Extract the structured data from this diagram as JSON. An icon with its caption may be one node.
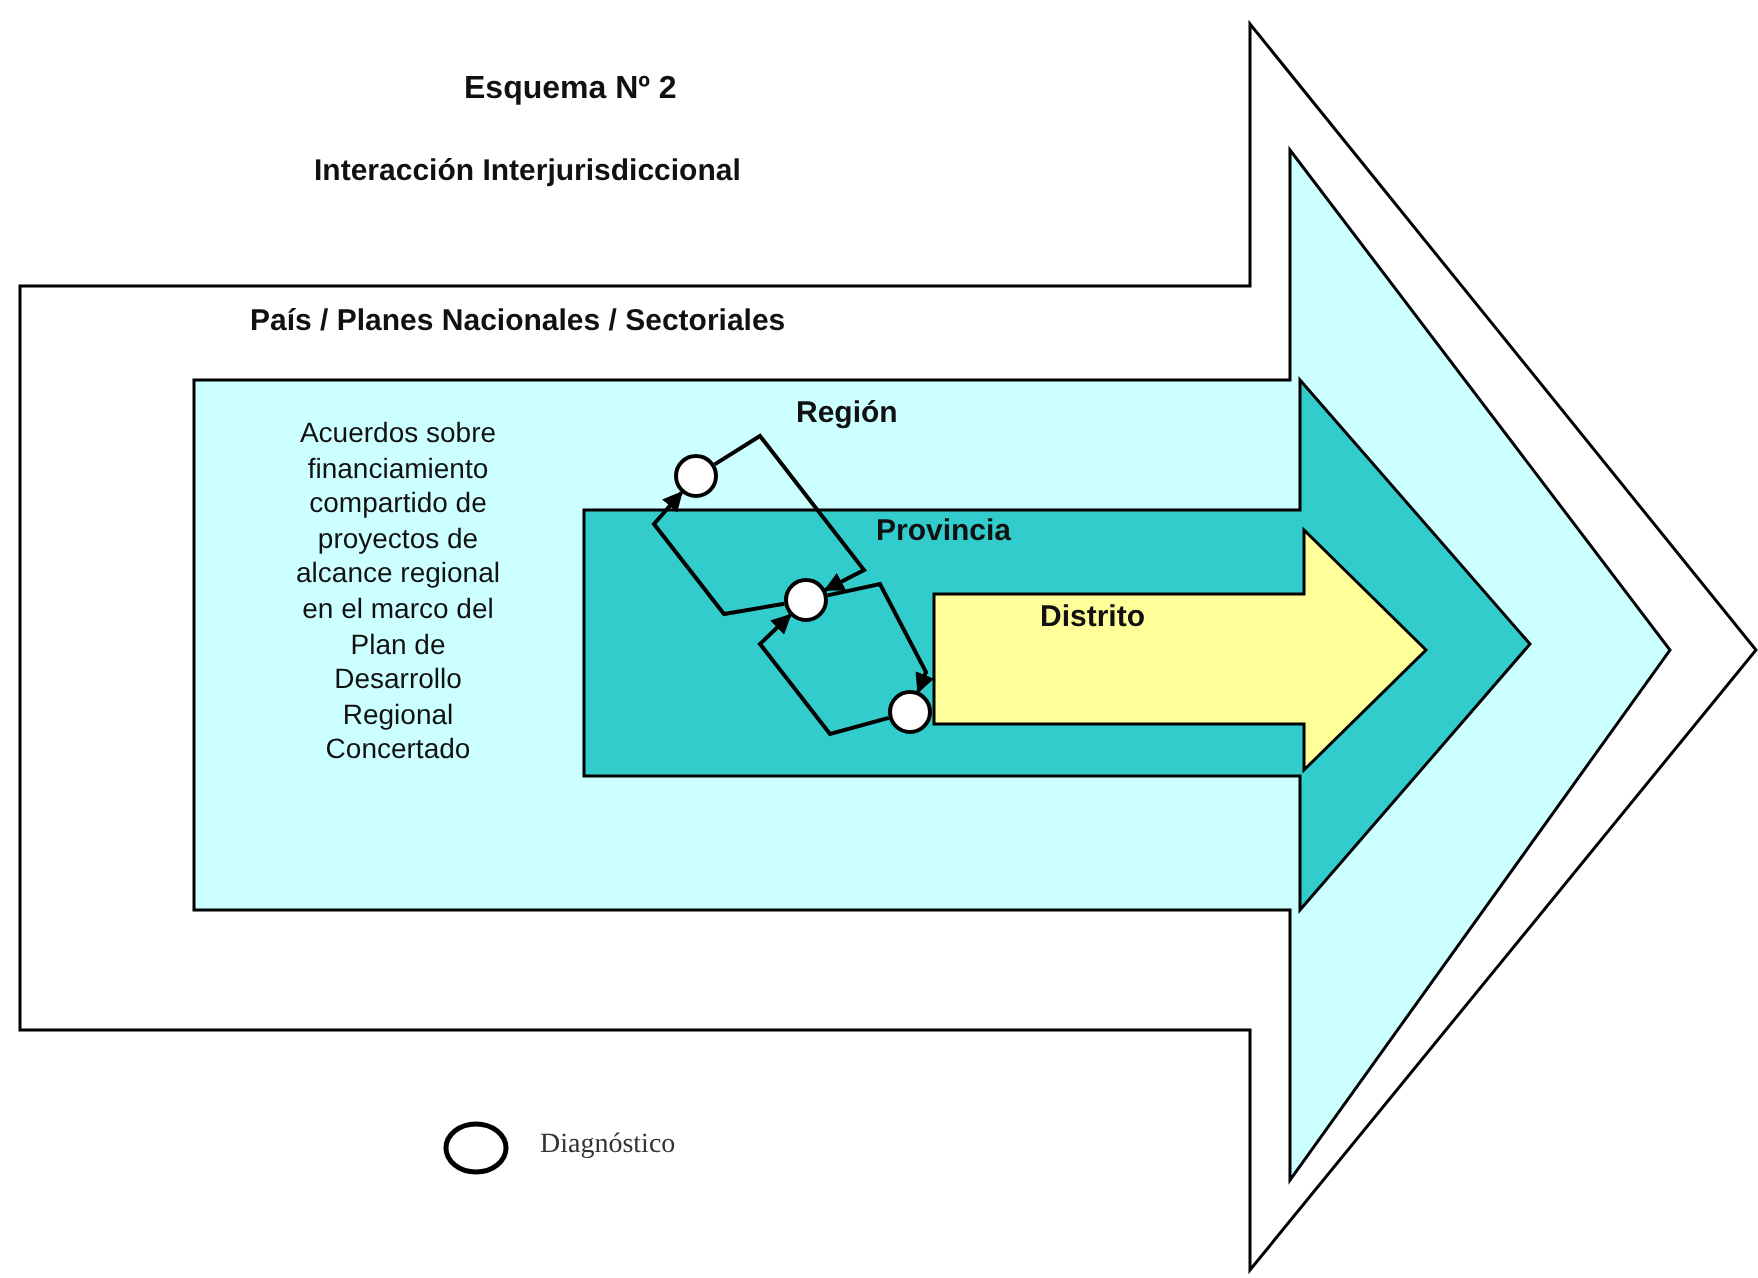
{
  "diagram": {
    "title": "Esquema Nº 2",
    "nodes": [
      {
        "text": [
          "País  / Planes Nacionales / Sectoriales"
        ]
      },
      {
        "text": [
          "Región",
          "Acuerdos sobre financiamiento compartido de proyectos de alcance regional en el marco del Plan de Desarrollo Regional Concertado"
        ],
        "in": 0
      },
      {
        "text": [
          "Provincia"
        ],
        "in": 1
      },
      {
        "text": [
          "Distrito"
        ],
        "in": 2
      },
      {
        "text": [],
        "shape": "circle",
        "in": 1
      },
      {
        "text": [],
        "shape": "circle",
        "in": 2
      },
      {
        "text": [],
        "shape": "circle",
        "in": 2
      }
    ],
    "edges": [
      {
        "from": 4,
        "to": 5,
        "arrow": "to"
      },
      {
        "from": 5,
        "to": 4,
        "arrow": "to"
      },
      {
        "from": 5,
        "to": 6,
        "arrow": "to"
      },
      {
        "from": 6,
        "to": 5,
        "arrow": "to"
      }
    ],
    "labels": [
      "Interacción Interjurisdiccional"
    ],
    "legend": [
      {
        "text": "Diagnóstico"
      }
    ]
  }
}
